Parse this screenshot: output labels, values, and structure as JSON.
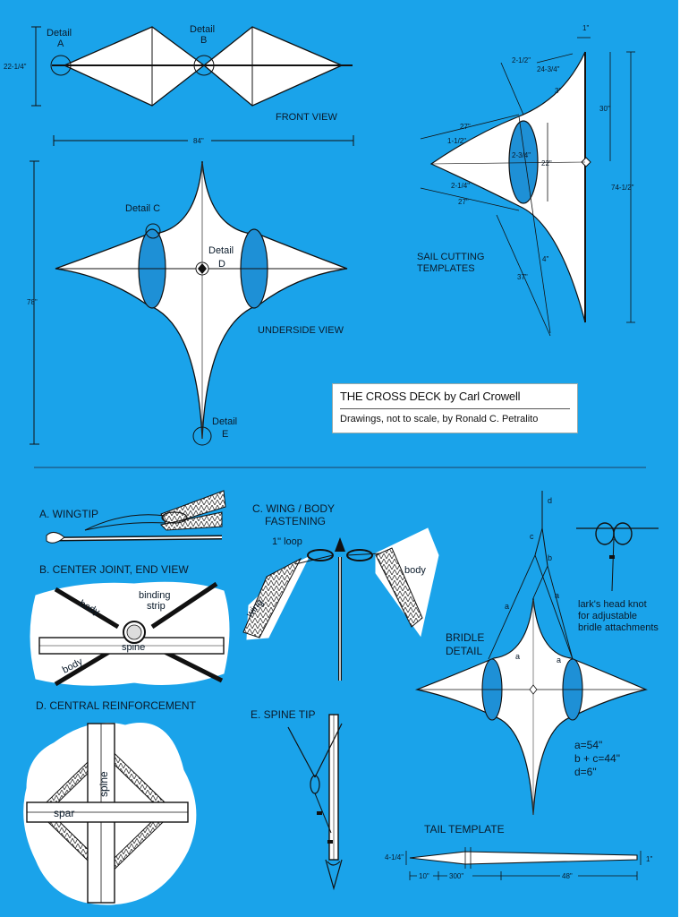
{
  "colors": {
    "background": "#1aa3ea",
    "sail": "#ffffff",
    "spar": "#0a1a2a",
    "wing": "#1e90d6"
  },
  "credit": {
    "title": "THE CROSS DECK by Carl Crowell",
    "subtitle": "Drawings, not to scale, by Ronald C. Petralito"
  },
  "front_view": {
    "label": "FRONT VIEW",
    "detail_a_word": "Detail",
    "detail_a_letter": "A",
    "detail_b_word": "Detail",
    "detail_b_letter": "B",
    "height_dim": "22-1/4\"",
    "width_dim": "84\""
  },
  "underside_view": {
    "label": "UNDERSIDE VIEW",
    "detail_c": "Detail C",
    "detail_d_word": "Detail",
    "detail_d_letter": "D",
    "detail_e_word": "Detail",
    "detail_e_letter": "E",
    "height_dim": "78\""
  },
  "templates": {
    "label_line1": "SAIL CUTTING",
    "label_line2": "TEMPLATES",
    "dims": {
      "d1": "1\"",
      "d2": "2-1/2\"",
      "d3": "24-3/4\"",
      "d4": "3\"",
      "d5": "30\"",
      "d6": "27\"",
      "d7": "1-1/2\"",
      "d8": "2-3/4\"",
      "d9": "22\"",
      "d10": "74-1/2\"",
      "d11": "2-1/4\"",
      "d12": "27\"",
      "d13": "4\"",
      "d14": "37\""
    }
  },
  "details": {
    "a": {
      "title": "A. WINGTIP"
    },
    "b": {
      "title": "B. CENTER JOINT, END VIEW",
      "body_top": "body",
      "body_bottom": "body",
      "binding_line1": "binding",
      "binding_line2": "strip",
      "spine": "spine"
    },
    "c": {
      "title_line1": "C. WING / BODY",
      "title_line2": "FASTENING",
      "loop": "1\" loop",
      "wing": "wing",
      "body": "body"
    },
    "d": {
      "title": "D. CENTRAL REINFORCEMENT",
      "spine": "spine",
      "spar": "spar"
    },
    "e": {
      "title": "E. SPINE TIP"
    }
  },
  "bridle": {
    "label_line1": "BRIDLE",
    "label_line2": "DETAIL",
    "labels": {
      "a1": "a",
      "a2": "a",
      "a3": "a",
      "a4": "a",
      "b": "b",
      "c": "c",
      "d": "d"
    },
    "knot_line1": "lark's head knot",
    "knot_line2": "for adjustable",
    "knot_line3": "bridle attachments",
    "formula1": "a=54\"",
    "formula2": "b + c=44\"",
    "formula3": "d=6\""
  },
  "tail": {
    "label": "TAIL TEMPLATE",
    "height_dim": "4-1/4\"",
    "tip_dim": "1\"",
    "seg1": "10\"",
    "seg2": "300\"",
    "seg3": "48\""
  }
}
